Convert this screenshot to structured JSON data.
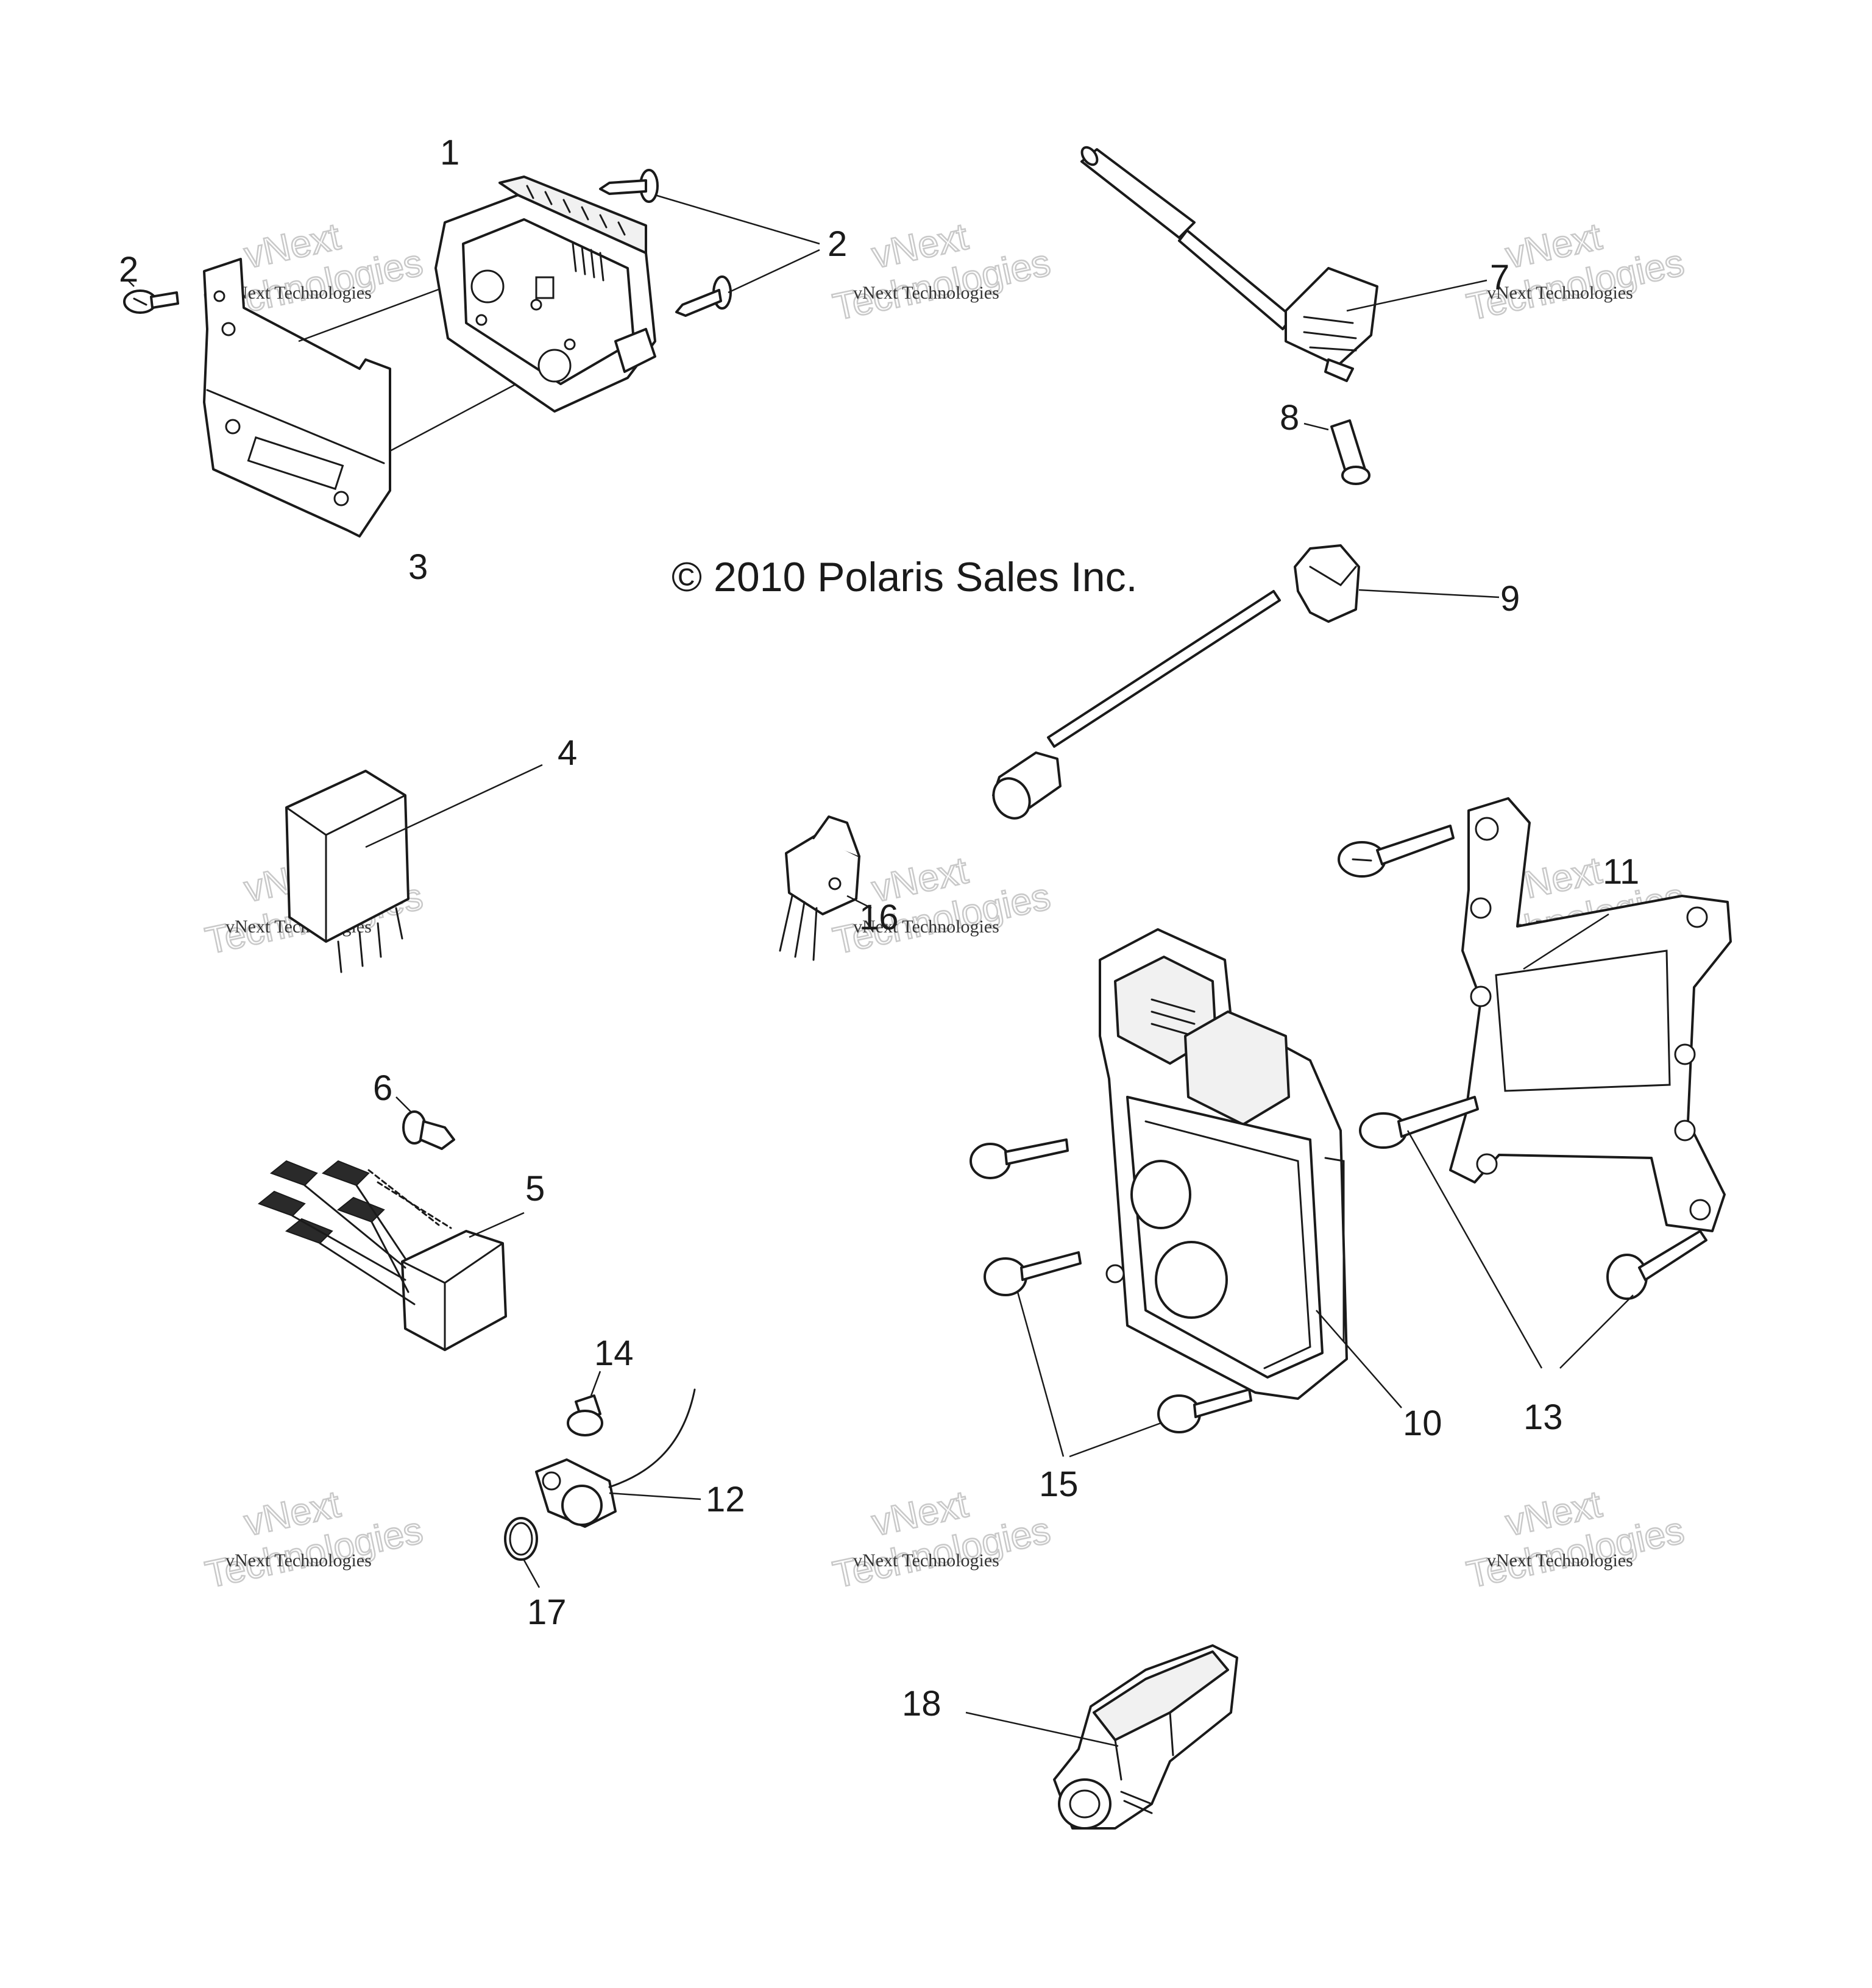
{
  "copyright": "© 2010 Polaris Sales Inc.",
  "watermark": {
    "line1": "vNext",
    "line2": "vNext Technologies",
    "line3": "Technologies"
  },
  "callouts": [
    "1",
    "2",
    "2",
    "3",
    "4",
    "5",
    "6",
    "7",
    "8",
    "9",
    "10",
    "11",
    "12",
    "13",
    "14",
    "15",
    "16",
    "17",
    "18"
  ],
  "colors": {
    "ink": "#1a1a1a",
    "watermark": "#c9c9c9",
    "background": "#ffffff"
  }
}
